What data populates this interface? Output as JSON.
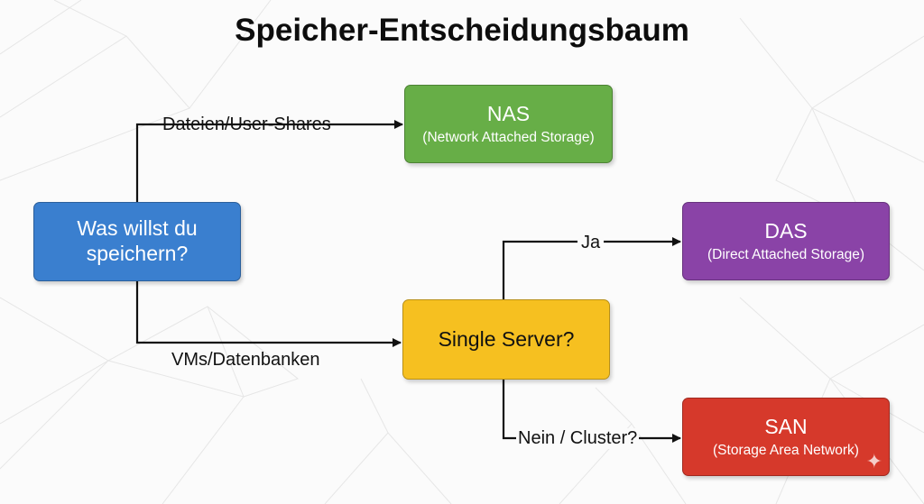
{
  "title": "Speicher-Entscheidungsbaum",
  "colors": {
    "blue": "#3a7fcf",
    "green": "#67ae47",
    "yellow": "#f6c020",
    "purple": "#8a43a7",
    "red": "#d6392b"
  },
  "nodes": {
    "question": {
      "line1": "Was willst du",
      "line2": "speichern?"
    },
    "nas": {
      "name": "NAS",
      "full": "(Network Attached Storage)"
    },
    "single_server": {
      "text": "Single Server?"
    },
    "das": {
      "name": "DAS",
      "full": "(Direct Attached Storage)"
    },
    "san": {
      "name": "SAN",
      "full": "(Storage Area Network)"
    }
  },
  "edges": {
    "files": "Dateien/User-Shares",
    "vms": "VMs/Datenbanken",
    "yes": "Ja",
    "no": "Nein / Cluster?"
  },
  "icons": {
    "corner": "sparkle-icon"
  }
}
